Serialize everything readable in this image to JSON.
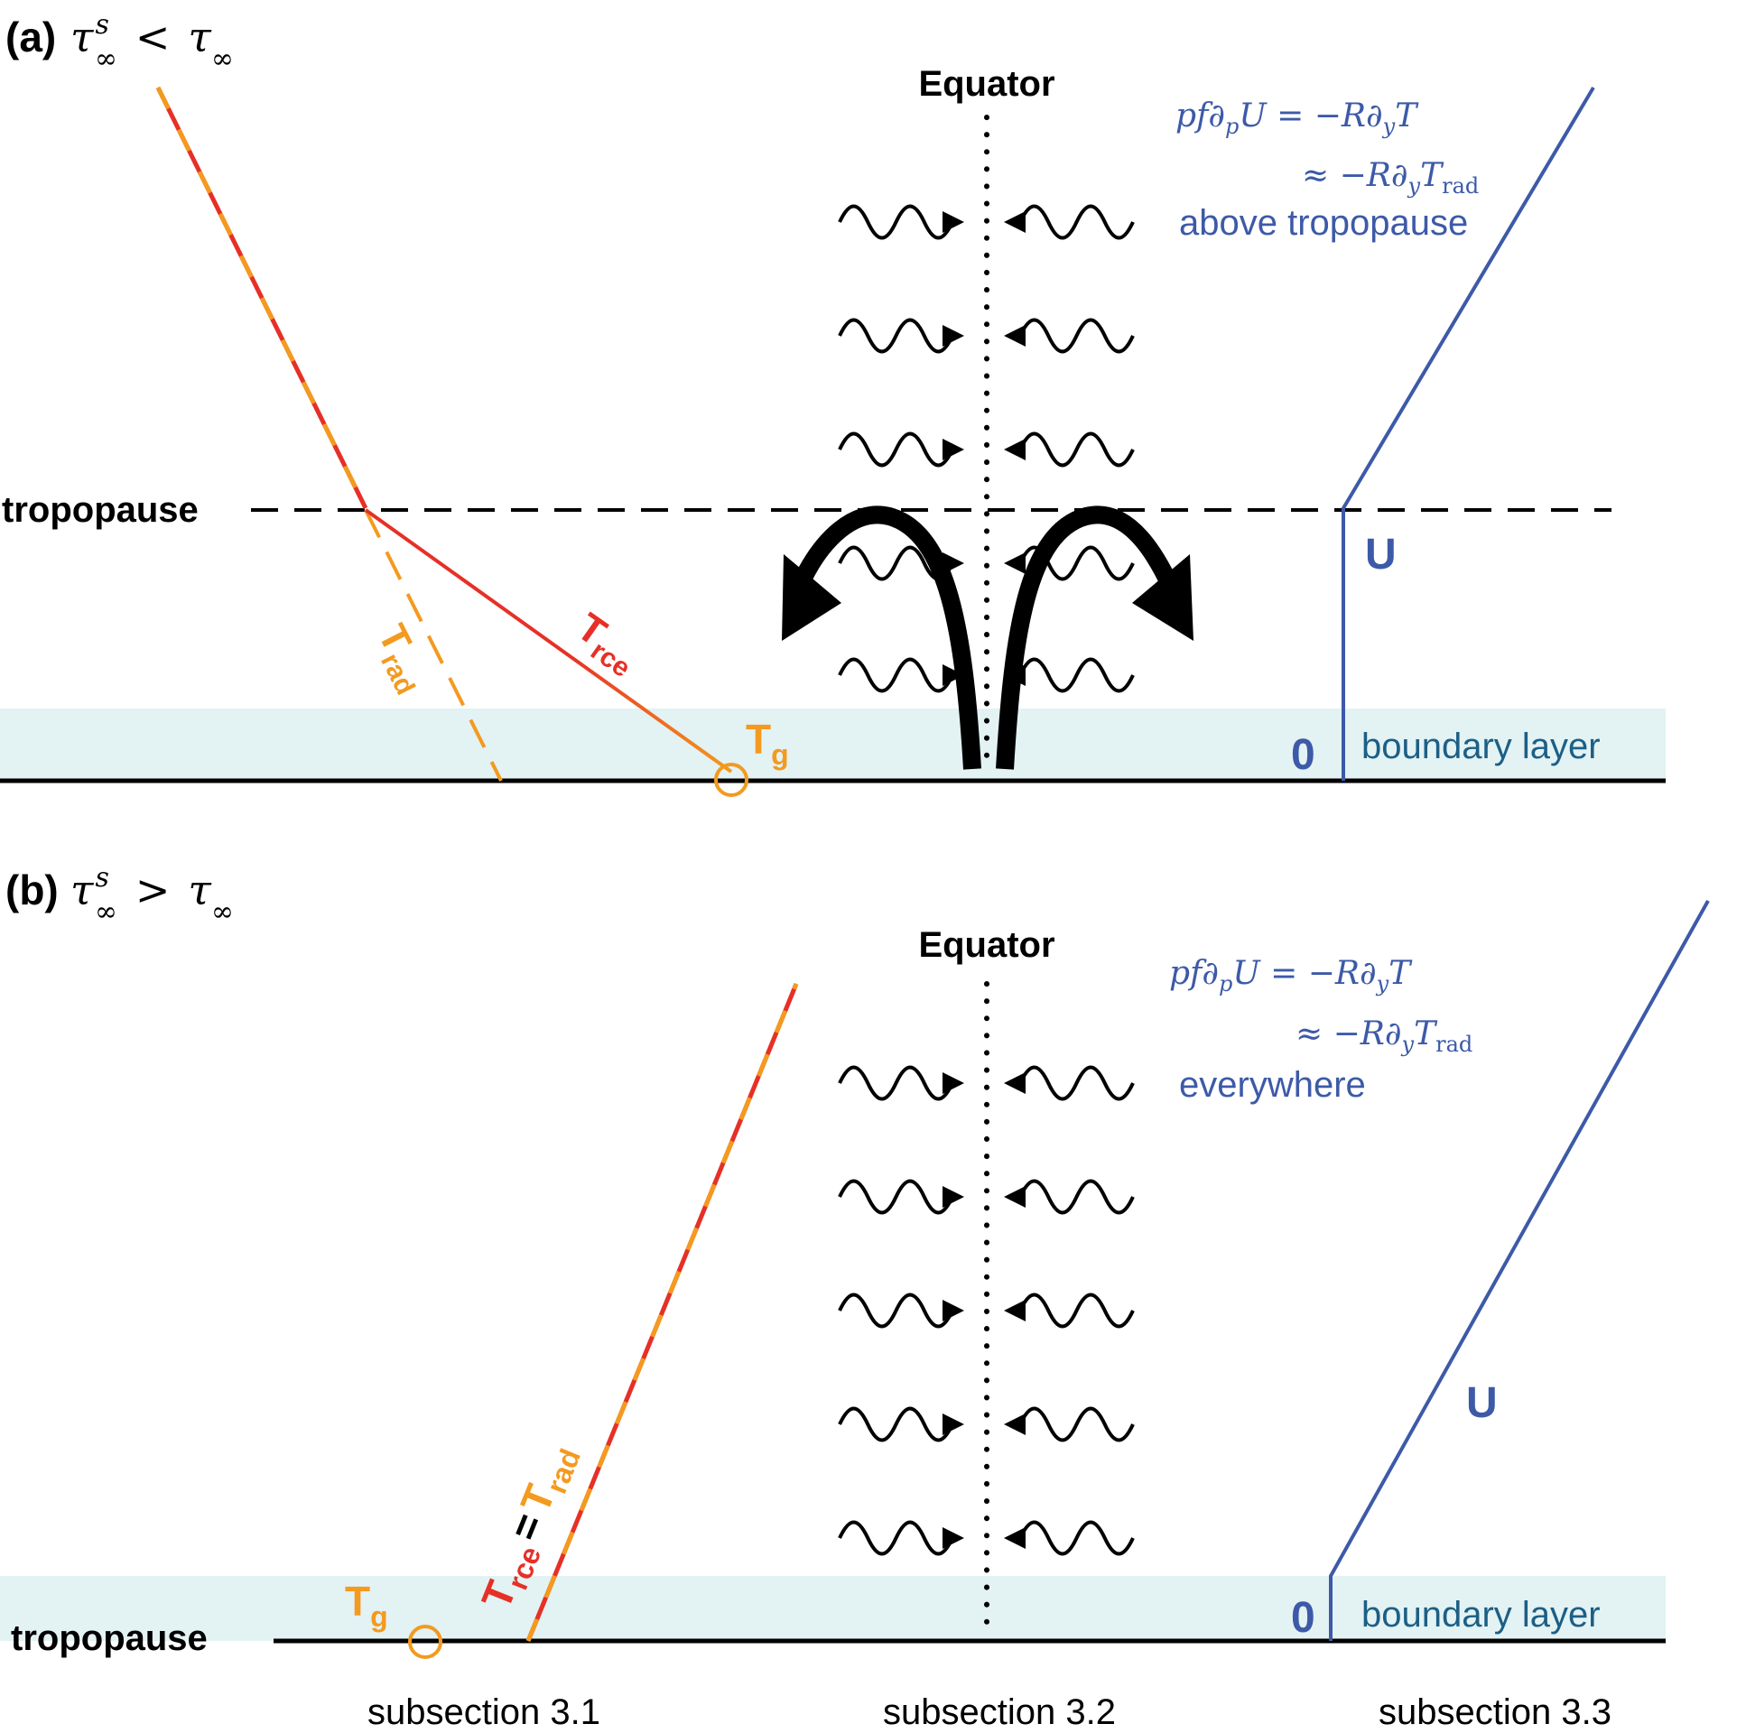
{
  "colors": {
    "red": "#e63027",
    "orange": "#f39a1f",
    "blue": "#3d5aa8",
    "teal_text": "#1c5f86",
    "boundary_fill": "#e3f2f3",
    "black": "#000000"
  },
  "panel_a": {
    "tag": "(a)",
    "condition": {
      "base": "τ",
      "sup": "s",
      "sub": "∞",
      "op": "<",
      "rhs_base": "τ",
      "rhs_sub": "∞"
    },
    "equator_label": "Equator",
    "tropopause_label": "tropopause",
    "trad_label": {
      "main": "T",
      "sub": "rad"
    },
    "trce_label": {
      "main": "T",
      "sub": "rce"
    },
    "tg_label": {
      "main": "T",
      "sub": "g"
    },
    "equation_line1": "pf∂pU = −R∂yT",
    "equation_line2": "≈ −R∂yTrad",
    "equation_note": "above tropopause",
    "u_label": "U",
    "zero_label": "0",
    "boundary_label": "boundary layer",
    "wave_rows": 5
  },
  "panel_b": {
    "tag": "(b)",
    "condition": {
      "base": "τ",
      "sup": "s",
      "sub": "∞",
      "op": ">",
      "rhs_base": "τ",
      "rhs_sub": "∞"
    },
    "equator_label": "Equator",
    "tropopause_label": "tropopause",
    "trce_trad_label": {
      "a": "T",
      "a_sub": "rce",
      "eq": "=",
      "b": "T",
      "b_sub": "rad"
    },
    "tg_label": {
      "main": "T",
      "sub": "g"
    },
    "equation_line1": "pf∂pU = −R∂yT",
    "equation_line2": "≈ −R∂yTrad",
    "equation_note": "everywhere",
    "u_label": "U",
    "zero_label": "0",
    "boundary_label": "boundary layer",
    "wave_rows": 5
  },
  "subsections": [
    "subsection 3.1",
    "subsection 3.2",
    "subsection 3.3"
  ]
}
